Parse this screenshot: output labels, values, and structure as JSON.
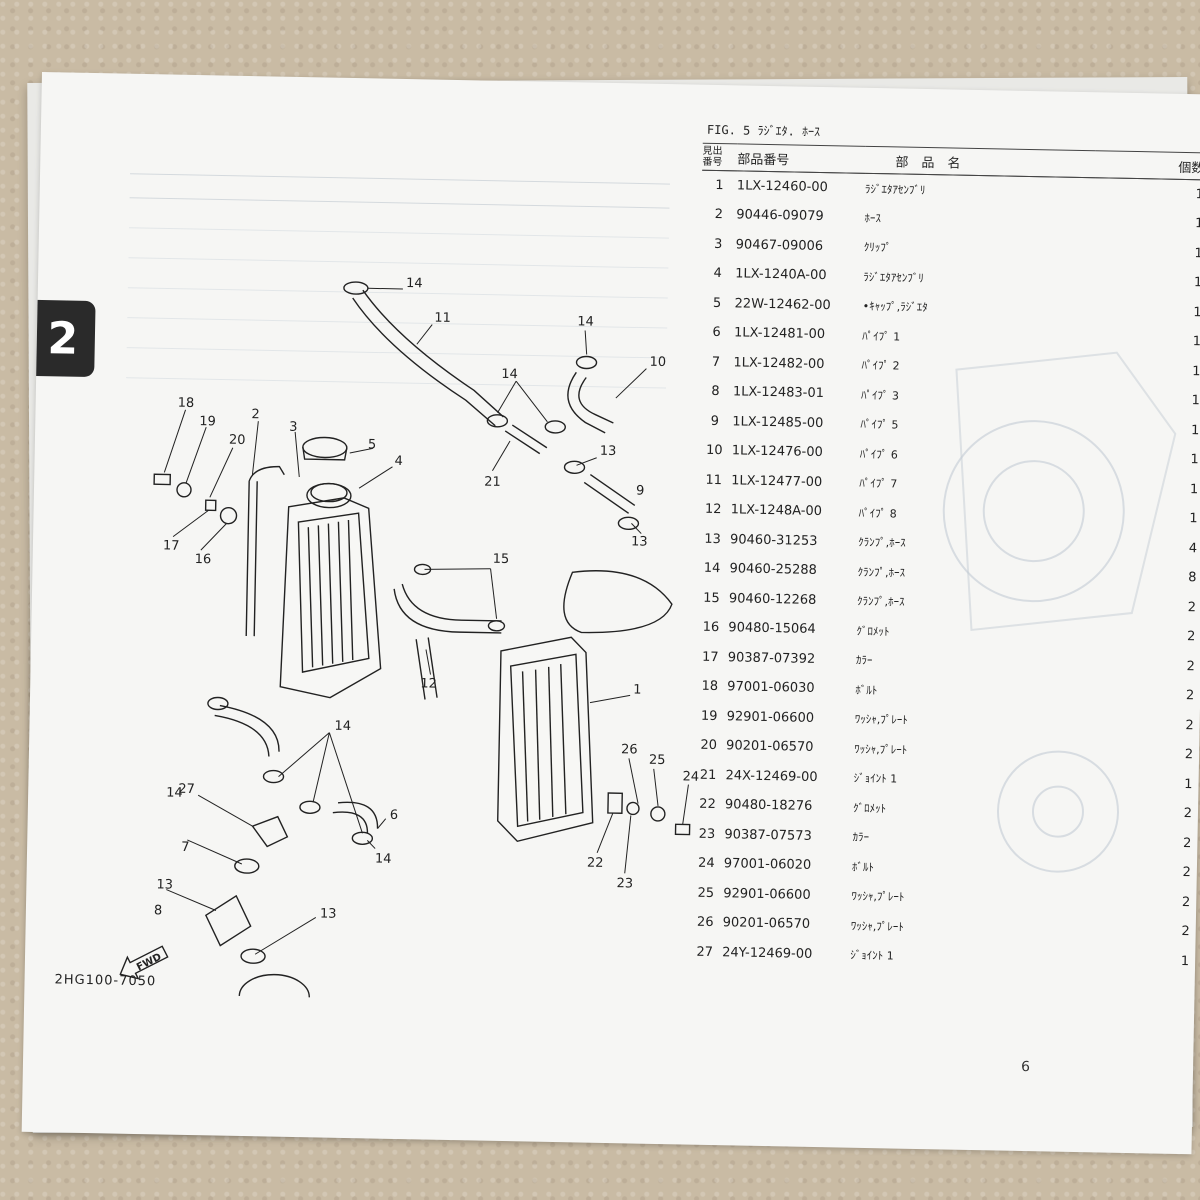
{
  "section_tab": "2",
  "diagram_code": "2HG100-7050",
  "fwd_label": "FWD",
  "page_number": "6",
  "figure_title": "FIG. 5 ﾗｼﾞｴﾀ. ﾎｰｽ",
  "table_headers": {
    "index_line1": "見出",
    "index_line2": "番号",
    "part_number": "部品番号",
    "part_name": "部　品　名",
    "quantity": "個数"
  },
  "callouts": [
    "1",
    "2",
    "3",
    "4",
    "5",
    "6",
    "7",
    "8",
    "9",
    "10",
    "11",
    "12",
    "13",
    "14",
    "15",
    "16",
    "17",
    "18",
    "19",
    "20",
    "21",
    "22",
    "23",
    "24",
    "25",
    "26",
    "27"
  ],
  "parts": [
    {
      "idx": "1",
      "part_no": "1LX-12460-00",
      "name": "ﾗｼﾞｴﾀｱｾﾝﾌﾞﾘ",
      "qty": "1"
    },
    {
      "idx": "2",
      "part_no": "90446-09079",
      "name": "ﾎｰｽ",
      "qty": "1"
    },
    {
      "idx": "3",
      "part_no": "90467-09006",
      "name": "ｸﾘｯﾌﾟ",
      "qty": "1"
    },
    {
      "idx": "4",
      "part_no": "1LX-1240A-00",
      "name": "ﾗｼﾞｴﾀｱｾﾝﾌﾞﾘ",
      "qty": "1"
    },
    {
      "idx": "5",
      "part_no": "22W-12462-00",
      "name": "•ｷｬｯﾌﾟ,ﾗｼﾞｴﾀ",
      "qty": "1"
    },
    {
      "idx": "6",
      "part_no": "1LX-12481-00",
      "name": "ﾊﾟｲﾌﾟ 1",
      "qty": "1"
    },
    {
      "idx": "7",
      "part_no": "1LX-12482-00",
      "name": "ﾊﾟｲﾌﾟ 2",
      "qty": "1"
    },
    {
      "idx": "8",
      "part_no": "1LX-12483-01",
      "name": "ﾊﾟｲﾌﾟ 3",
      "qty": "1"
    },
    {
      "idx": "9",
      "part_no": "1LX-12485-00",
      "name": "ﾊﾟｲﾌﾟ 5",
      "qty": "1"
    },
    {
      "idx": "10",
      "part_no": "1LX-12476-00",
      "name": "ﾊﾟｲﾌﾟ 6",
      "qty": "1"
    },
    {
      "idx": "11",
      "part_no": "1LX-12477-00",
      "name": "ﾊﾟｲﾌﾟ 7",
      "qty": "1"
    },
    {
      "idx": "12",
      "part_no": "1LX-1248A-00",
      "name": "ﾊﾟｲﾌﾟ 8",
      "qty": "1"
    },
    {
      "idx": "13",
      "part_no": "90460-31253",
      "name": "ｸﾗﾝﾌﾟ,ﾎｰｽ",
      "qty": "4"
    },
    {
      "idx": "14",
      "part_no": "90460-25288",
      "name": "ｸﾗﾝﾌﾟ,ﾎｰｽ",
      "qty": "8"
    },
    {
      "idx": "15",
      "part_no": "90460-12268",
      "name": "ｸﾗﾝﾌﾟ,ﾎｰｽ",
      "qty": "2"
    },
    {
      "idx": "16",
      "part_no": "90480-15064",
      "name": "ｸﾞﾛﾒｯﾄ",
      "qty": "2"
    },
    {
      "idx": "17",
      "part_no": "90387-07392",
      "name": "ｶﾗｰ",
      "qty": "2"
    },
    {
      "idx": "18",
      "part_no": "97001-06030",
      "name": "ﾎﾞﾙﾄ",
      "qty": "2"
    },
    {
      "idx": "19",
      "part_no": "92901-06600",
      "name": "ﾜｯｼｬ,ﾌﾟﾚｰﾄ",
      "qty": "2"
    },
    {
      "idx": "20",
      "part_no": "90201-06570",
      "name": "ﾜｯｼｬ,ﾌﾟﾚｰﾄ",
      "qty": "2"
    },
    {
      "idx": "21",
      "part_no": "24X-12469-00",
      "name": "ｼﾞｮｲﾝﾄ 1",
      "qty": "1"
    },
    {
      "idx": "22",
      "part_no": "90480-18276",
      "name": "ｸﾞﾛﾒｯﾄ",
      "qty": "2"
    },
    {
      "idx": "23",
      "part_no": "90387-07573",
      "name": "ｶﾗｰ",
      "qty": "2"
    },
    {
      "idx": "24",
      "part_no": "97001-06020",
      "name": "ﾎﾞﾙﾄ",
      "qty": "2"
    },
    {
      "idx": "25",
      "part_no": "92901-06600",
      "name": "ﾜｯｼｬ,ﾌﾟﾚｰﾄ",
      "qty": "2"
    },
    {
      "idx": "26",
      "part_no": "90201-06570",
      "name": "ﾜｯｼｬ,ﾌﾟﾚｰﾄ",
      "qty": "2"
    },
    {
      "idx": "27",
      "part_no": "24Y-12469-00",
      "name": "ｼﾞｮｲﾝﾄ 1",
      "qty": "1"
    }
  ]
}
